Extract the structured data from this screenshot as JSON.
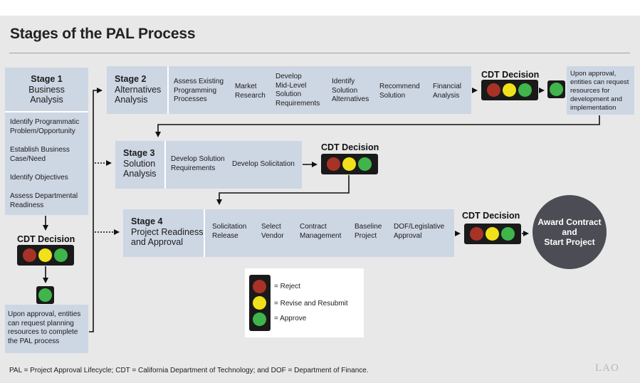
{
  "title": "Stages of the PAL Process",
  "stage1": {
    "label": "Stage 1",
    "name_line1": "Business",
    "name_line2": "Analysis",
    "items": [
      [
        "Identify Programmatic",
        "Problem/Opportunity"
      ],
      [
        "Establish Business",
        "Case/Need"
      ],
      [
        "Identify Objectives"
      ],
      [
        "Assess Departmental",
        "Readiness"
      ]
    ],
    "note": [
      "Upon approval, entities",
      "can request planning",
      "resources to complete",
      "the PAL process"
    ]
  },
  "stage2": {
    "label": "Stage 2",
    "name_line1": "Alternatives",
    "name_line2": "Analysis",
    "steps": [
      [
        "Assess Existing",
        "Programming",
        "Processes"
      ],
      [
        "Market",
        "Research"
      ],
      [
        "Develop",
        "Mid-Level",
        "Solution",
        "Requirements"
      ],
      [
        "Identify",
        "Solution",
        "Alternatives"
      ],
      [
        "Recommend",
        "Solution"
      ],
      [
        "Financial",
        "Analysis"
      ]
    ],
    "note": [
      "Upon approval,",
      "entities can request",
      "resources for",
      "development and",
      "implementation"
    ]
  },
  "stage3": {
    "label": "Stage 3",
    "name_line1": "Solution",
    "name_line2": "Analysis",
    "steps": [
      [
        "Develop Solution",
        "Requirements"
      ],
      [
        "Develop Solicitation"
      ]
    ]
  },
  "stage4": {
    "label": "Stage 4",
    "name_line1": "Project Readiness",
    "name_line2": "and Approval",
    "steps": [
      [
        "Solicitation",
        "Release"
      ],
      [
        "Select",
        "Vendor"
      ],
      [
        "Contract",
        "Management"
      ],
      [
        "Baseline",
        "Project"
      ],
      [
        "DOF/Legislative",
        "Approval"
      ]
    ]
  },
  "cdt_decision": "CDT Decision",
  "award": [
    "Award Contract",
    "and",
    "Start Project"
  ],
  "legend": {
    "reject": "= Reject",
    "revise": "= Revise and Resubmit",
    "approve": "= Approve"
  },
  "colors": {
    "reject": "#a93226",
    "revise": "#f1e11b",
    "approve": "#3fb54b",
    "box": "#cdd6e3",
    "award": "#4c4c54"
  },
  "footnote": "PAL = Project Approval Lifecycle; CDT = California Department of Technology; and DOF = Department of Finance.",
  "logo": "LAO"
}
